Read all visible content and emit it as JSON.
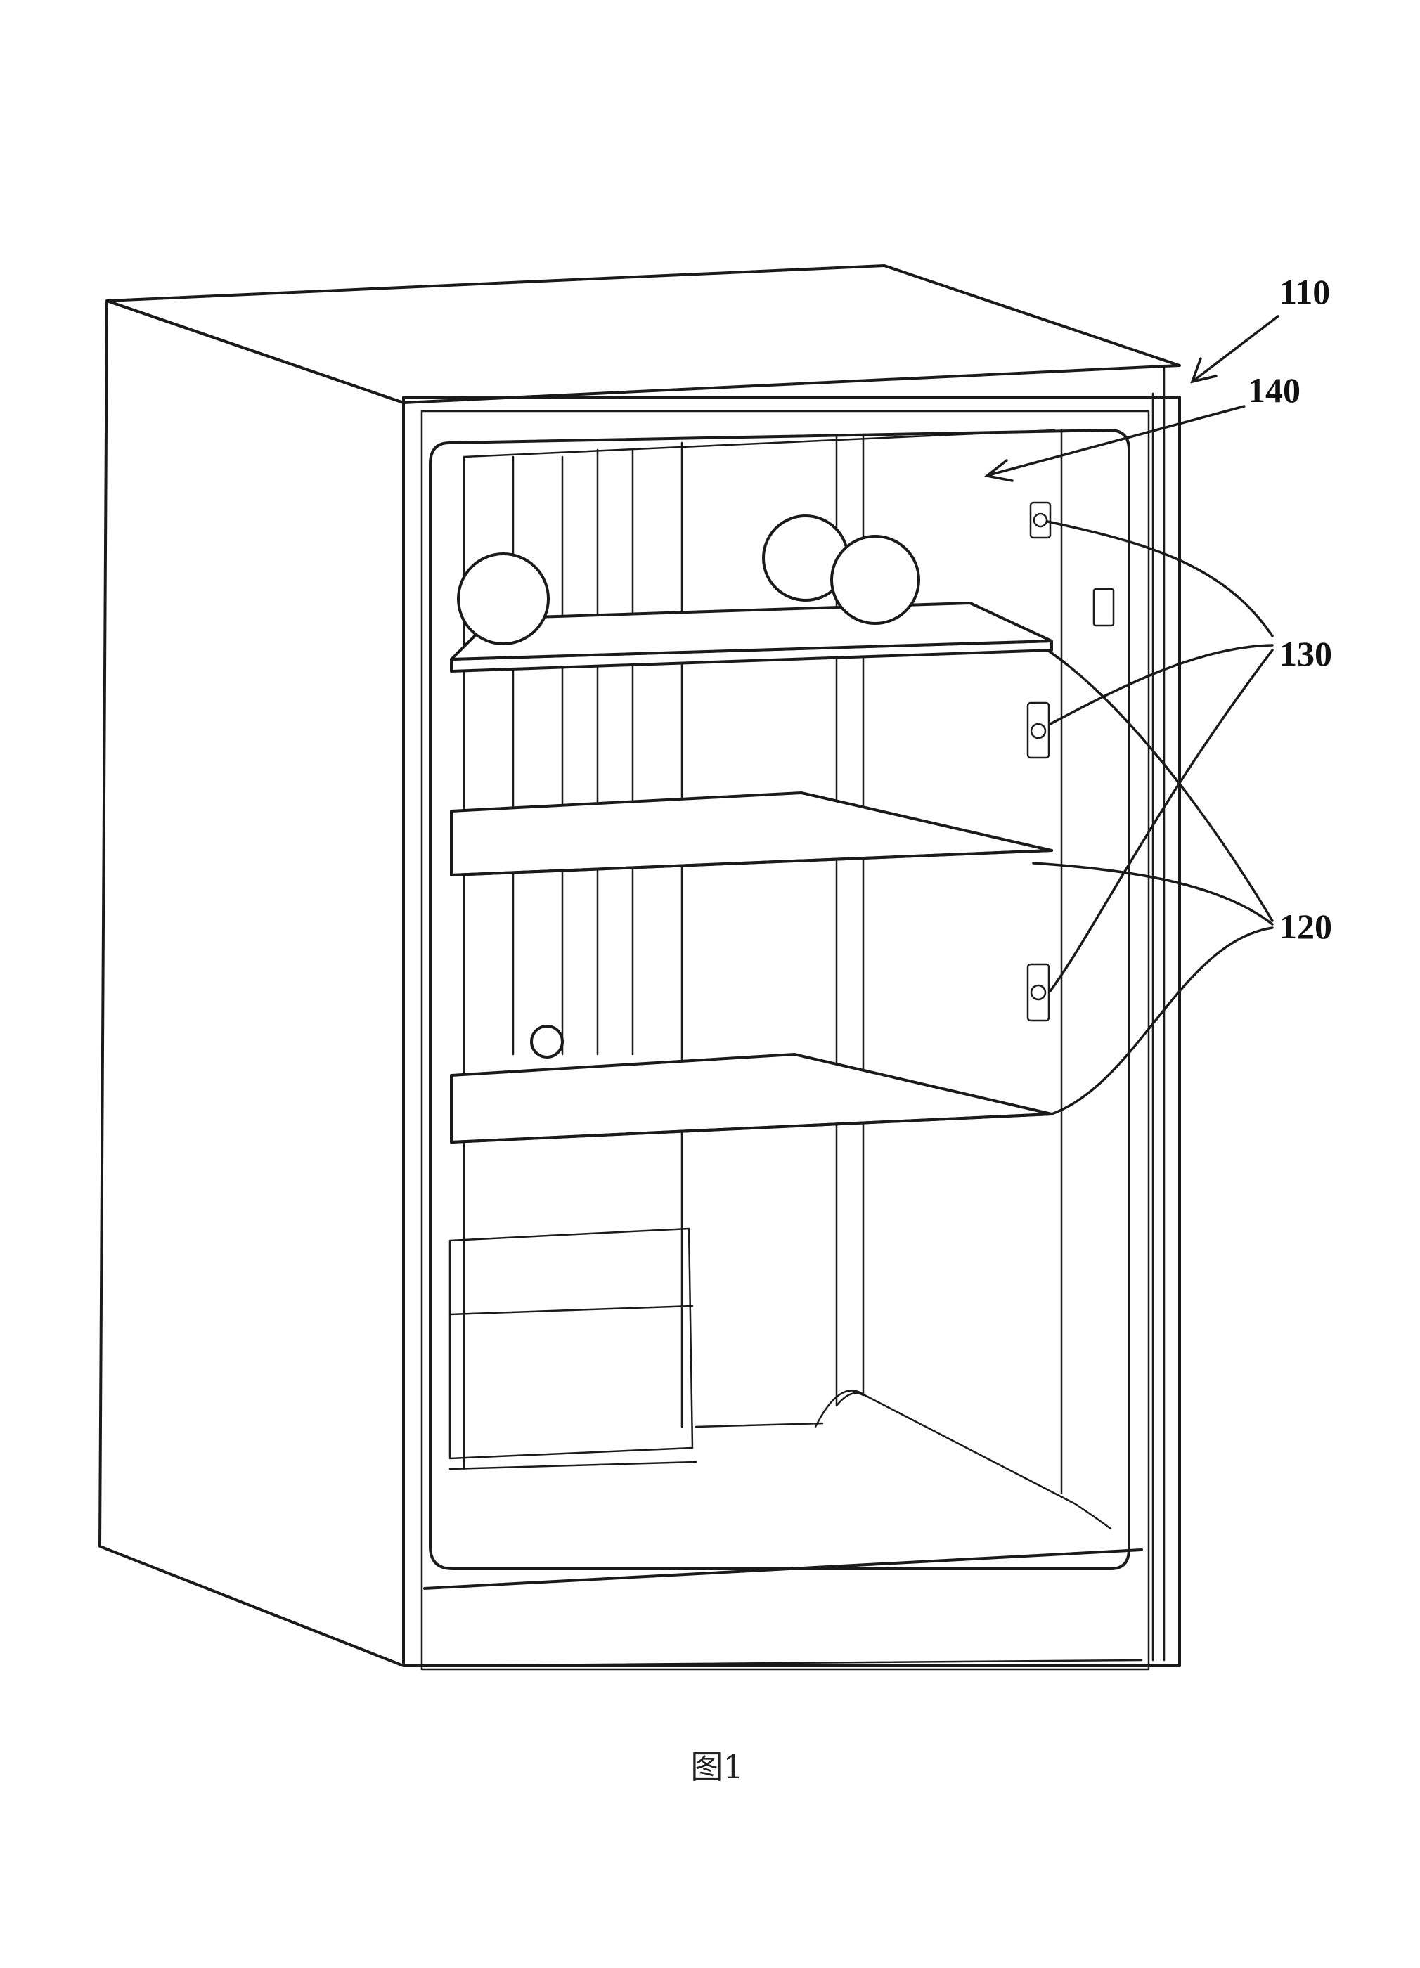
{
  "figure": {
    "caption": "图1",
    "labels": {
      "cabinet": "110",
      "chamber": "140",
      "sensors": "130",
      "shelves": "120"
    }
  }
}
